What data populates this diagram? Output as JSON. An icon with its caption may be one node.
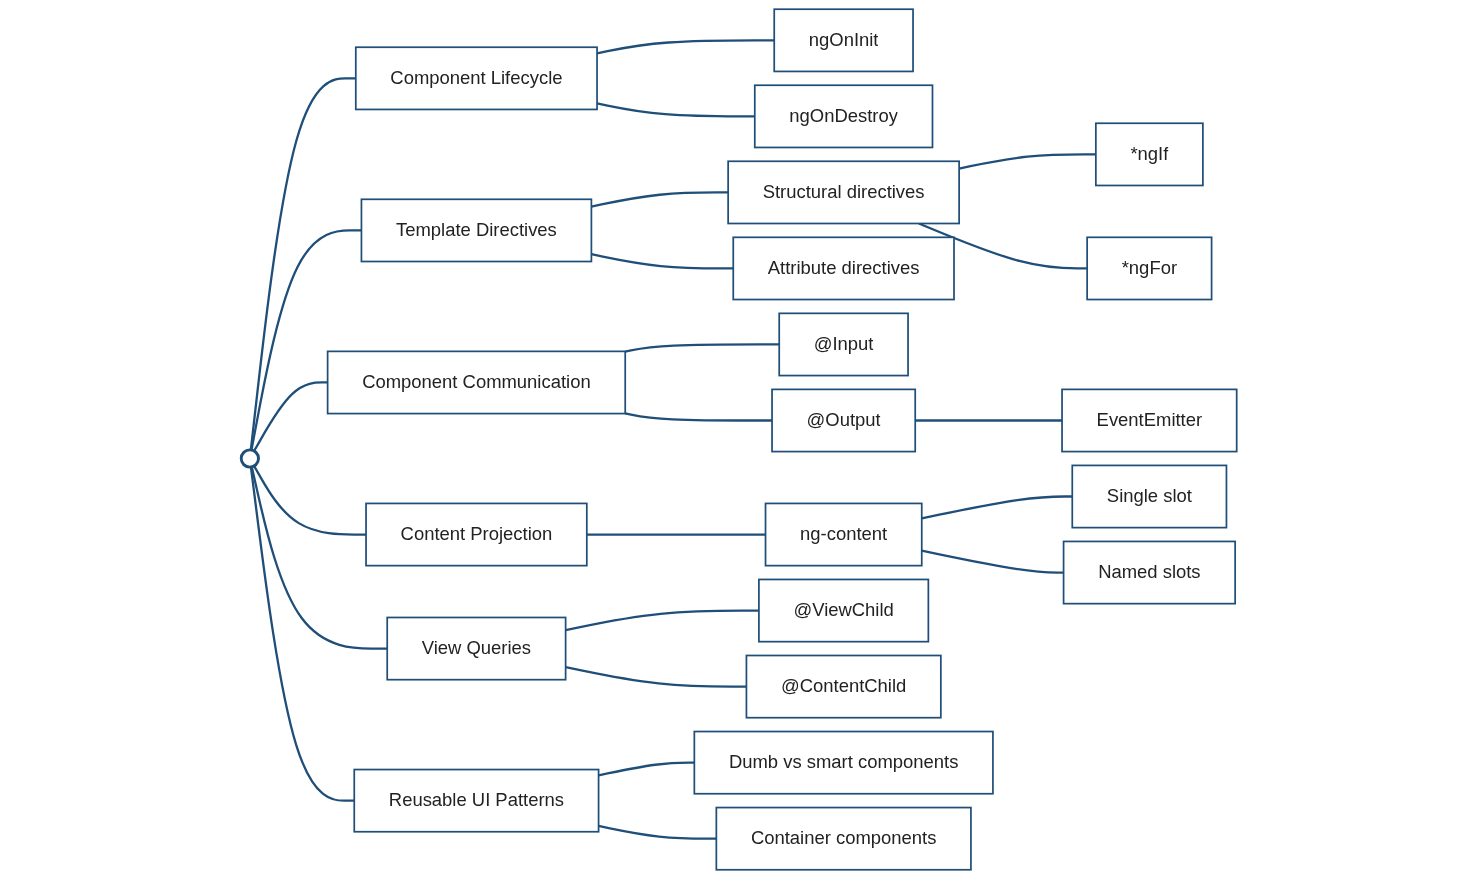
{
  "diagram": {
    "nodes": [
      {
        "text": [],
        "shape": "circle"
      },
      {
        "text": [
          "Component Lifecycle"
        ]
      },
      {
        "text": [
          "ngOnInit"
        ]
      },
      {
        "text": [
          "ngOnDestroy"
        ]
      },
      {
        "text": [
          "Template Directives"
        ]
      },
      {
        "text": [
          "Structural directives"
        ]
      },
      {
        "text": [
          "*ngIf"
        ]
      },
      {
        "text": [
          "*ngFor"
        ]
      },
      {
        "text": [
          "Attribute directives"
        ]
      },
      {
        "text": [
          "Component Communication"
        ]
      },
      {
        "text": [
          "@Input"
        ]
      },
      {
        "text": [
          "@Output"
        ]
      },
      {
        "text": [
          "EventEmitter"
        ]
      },
      {
        "text": [
          "Content Projection"
        ]
      },
      {
        "text": [
          "ng-content"
        ]
      },
      {
        "text": [
          "Single slot"
        ]
      },
      {
        "text": [
          "Named slots"
        ]
      },
      {
        "text": [
          "View Queries"
        ]
      },
      {
        "text": [
          "@ViewChild"
        ]
      },
      {
        "text": [
          "@ContentChild"
        ]
      },
      {
        "text": [
          "Reusable UI Patterns"
        ]
      },
      {
        "text": [
          "Dumb vs smart components"
        ]
      },
      {
        "text": [
          "Container components"
        ]
      }
    ],
    "edges": [
      {
        "from": 0,
        "to": 1,
        "arrow": "none"
      },
      {
        "from": 1,
        "to": 2,
        "arrow": "none"
      },
      {
        "from": 1,
        "to": 3,
        "arrow": "none"
      },
      {
        "from": 0,
        "to": 4,
        "arrow": "none"
      },
      {
        "from": 4,
        "to": 5,
        "arrow": "none"
      },
      {
        "from": 5,
        "to": 6,
        "arrow": "none"
      },
      {
        "from": 5,
        "to": 7,
        "arrow": "none"
      },
      {
        "from": 4,
        "to": 8,
        "arrow": "none"
      },
      {
        "from": 0,
        "to": 9,
        "arrow": "none"
      },
      {
        "from": 9,
        "to": 10,
        "arrow": "none"
      },
      {
        "from": 9,
        "to": 11,
        "arrow": "none"
      },
      {
        "from": 11,
        "to": 12,
        "arrow": "none"
      },
      {
        "from": 0,
        "to": 13,
        "arrow": "none"
      },
      {
        "from": 13,
        "to": 14,
        "arrow": "none"
      },
      {
        "from": 14,
        "to": 15,
        "arrow": "none"
      },
      {
        "from": 14,
        "to": 16,
        "arrow": "none"
      },
      {
        "from": 0,
        "to": 17,
        "arrow": "none"
      },
      {
        "from": 17,
        "to": 18,
        "arrow": "none"
      },
      {
        "from": 17,
        "to": 19,
        "arrow": "none"
      },
      {
        "from": 0,
        "to": 20,
        "arrow": "none"
      },
      {
        "from": 20,
        "to": 21,
        "arrow": "none"
      },
      {
        "from": 20,
        "to": 22,
        "arrow": "none"
      }
    ]
  }
}
